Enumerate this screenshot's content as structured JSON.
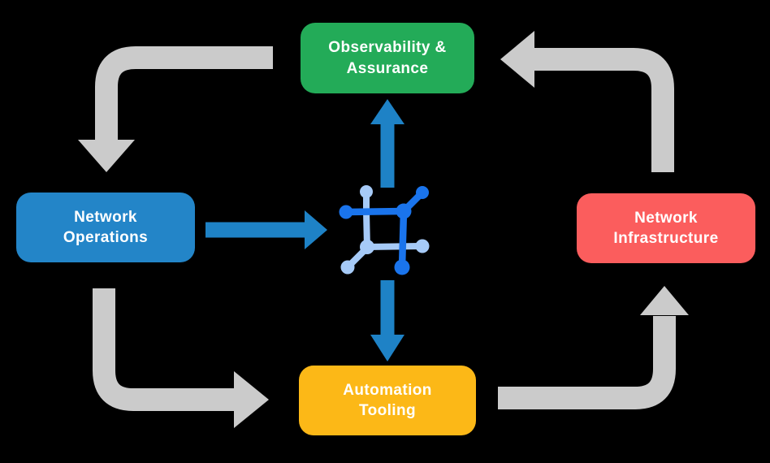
{
  "diagram": {
    "title": "Network automation cycle diagram",
    "colors": {
      "background": "#000000",
      "gray_arrow": "#CBCBCB",
      "blue_arrow": "#1E82C6",
      "icon_dark_blue": "#1A74EC",
      "icon_light_blue": "#A6CAF7",
      "node_green": "#23AB58",
      "node_blue": "#2385C8",
      "node_red": "#FB5D5D",
      "node_yellow": "#FCB817",
      "label_text": "#FFFFFF"
    },
    "nodes": {
      "observability": {
        "label": "Observability &\nAssurance"
      },
      "operations": {
        "label": "Network\nOperations"
      },
      "infrastructure": {
        "label": "Network\nInfrastructure"
      },
      "automation": {
        "label": "Automation\nTooling"
      }
    },
    "center_icon": {
      "name": "network-node-icon"
    },
    "connections": {
      "gray_cycle": [
        {
          "from": "Observability & Assurance",
          "to": "Network Operations"
        },
        {
          "from": "Network Operations",
          "to": "Automation Tooling"
        },
        {
          "from": "Automation Tooling",
          "to": "Network Infrastructure"
        },
        {
          "from": "Network Infrastructure",
          "to": "Observability & Assurance"
        }
      ],
      "blue_links": [
        {
          "from": "Network Operations",
          "to": "network-node-icon"
        },
        {
          "from": "network-node-icon",
          "to": "Observability & Assurance"
        },
        {
          "from": "network-node-icon",
          "to": "Automation Tooling"
        }
      ]
    }
  }
}
